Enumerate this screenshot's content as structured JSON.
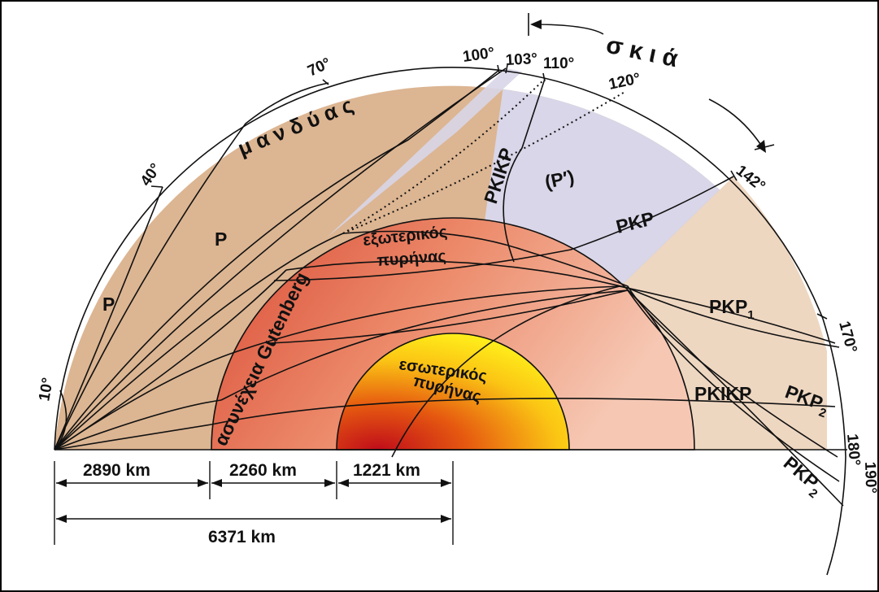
{
  "mantle_label": "μ α ν δ ύ α ς",
  "shadow_label": "σ κ ι ά",
  "discontinuity_label": "ασυνέχεια Gutenberg",
  "outer_core_label": [
    "εξωτερικός",
    "πυρήνας"
  ],
  "inner_core_label": [
    "εσωτερικός",
    "πυρήνας"
  ],
  "angles": [
    "10°",
    "40°",
    "70°",
    "100°",
    "103°",
    "110°",
    "120°",
    "142°",
    "170°",
    "180°",
    "190°"
  ],
  "phases": {
    "p": "P",
    "p_prime": "(P′)",
    "pkikp": "PKIKP",
    "pkp": "PKP",
    "pkp1": "PKP",
    "pkp1_sub": "1",
    "pkp2": "PKP",
    "pkp2_sub": "2"
  },
  "distances": [
    "2890 km",
    "2260 km",
    "1221 km",
    "6371 km"
  ],
  "colors": {
    "mantle": "#dcb592",
    "mantle_light": "#eed7c1",
    "shadow_zone": "#d7d6e8",
    "outer_core_dark": "#e05a40",
    "outer_core_light": "#f3b19c",
    "inner_core_dark": "#c8101c",
    "inner_core_light": "#ffef10",
    "gutenberg_text": "#ffee00",
    "line": "#111111"
  }
}
